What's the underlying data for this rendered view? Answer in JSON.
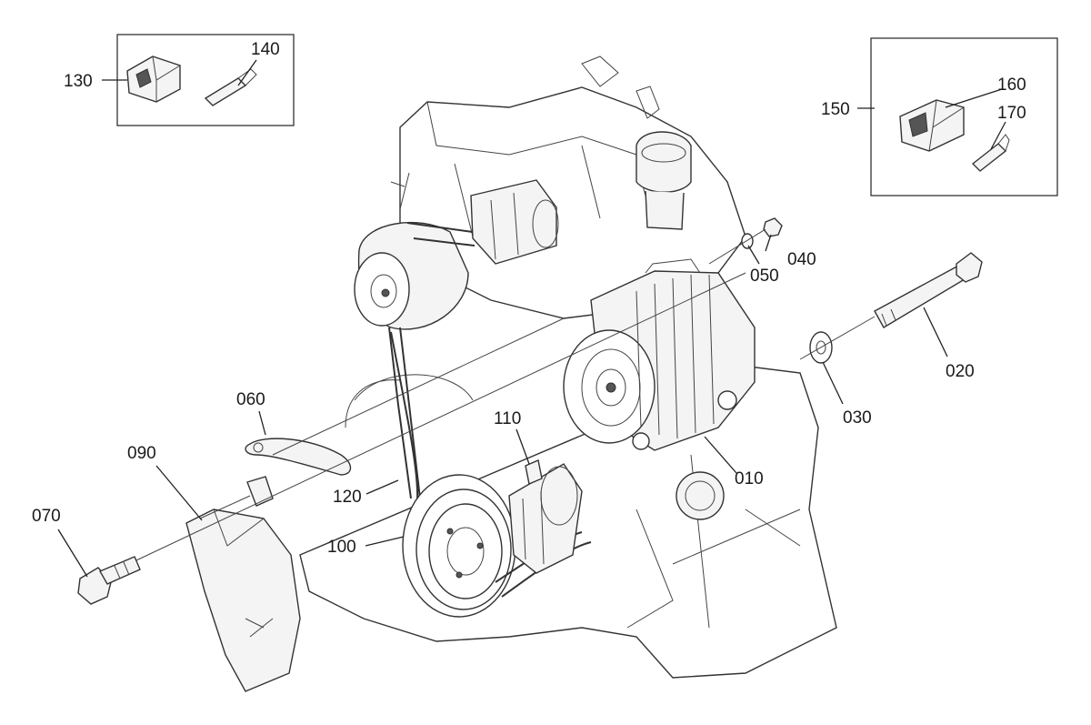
{
  "parts": [
    {
      "id": "p010",
      "number": "010"
    },
    {
      "id": "p020",
      "number": "020"
    },
    {
      "id": "p030",
      "number": "030"
    },
    {
      "id": "p040",
      "number": "040"
    },
    {
      "id": "p050",
      "number": "050"
    },
    {
      "id": "p060",
      "number": "060"
    },
    {
      "id": "p070",
      "number": "070"
    },
    {
      "id": "p090",
      "number": "090"
    },
    {
      "id": "p100",
      "number": "100"
    },
    {
      "id": "p110",
      "number": "110"
    },
    {
      "id": "p120",
      "number": "120"
    },
    {
      "id": "p130",
      "number": "130"
    },
    {
      "id": "p140",
      "number": "140"
    },
    {
      "id": "p150",
      "number": "150"
    },
    {
      "id": "p160",
      "number": "160"
    },
    {
      "id": "p170",
      "number": "170"
    }
  ]
}
